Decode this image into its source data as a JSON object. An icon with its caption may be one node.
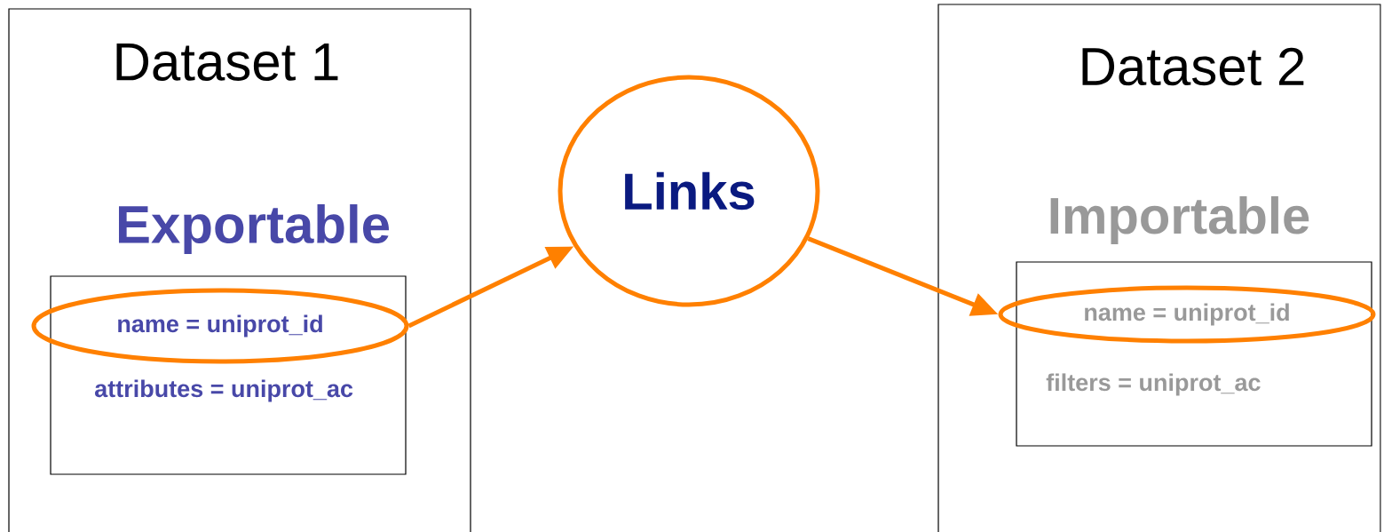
{
  "diagram": {
    "nodes": [
      {
        "text": [
          "Dataset 1"
        ]
      },
      {
        "text": [
          "Exportable",
          "attributes = uniprot_ac"
        ],
        "in": 0
      },
      {
        "text": [
          "name = uniprot_id"
        ],
        "in": 1
      },
      {
        "text": [
          "Links"
        ]
      },
      {
        "text": [
          "Dataset 2"
        ]
      },
      {
        "text": [
          "Importable",
          "filters = uniprot_ac"
        ],
        "in": 4
      },
      {
        "text": [
          "name = uniprot_id"
        ],
        "in": 5
      }
    ],
    "edges": [
      {
        "from": 2,
        "to": 3,
        "arrow": "to"
      },
      {
        "from": 3,
        "to": 6,
        "arrow": "to"
      }
    ]
  }
}
